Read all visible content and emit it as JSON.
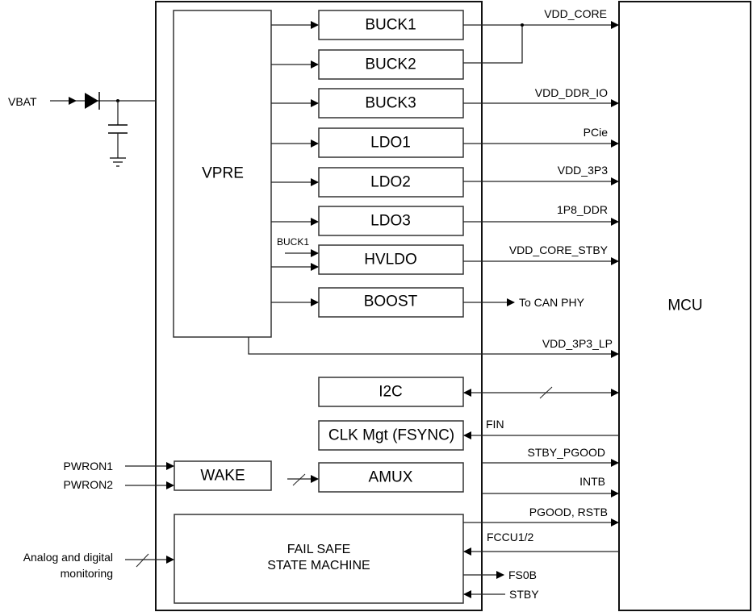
{
  "diagram": {
    "pmic_blocks": {
      "vpre": "VPRE",
      "buck1": "BUCK1",
      "buck2": "BUCK2",
      "buck3": "BUCK3",
      "ldo1": "LDO1",
      "ldo2": "LDO2",
      "ldo3": "LDO3",
      "hvldo": "HVLDO",
      "boost": "BOOST",
      "i2c": "I2C",
      "clk": "CLK Mgt (FSYNC)",
      "wake": "WAKE",
      "amux": "AMUX",
      "failsafe_line1": "FAIL SAFE",
      "failsafe_line2": "STATE MACHINE"
    },
    "mcu": "MCU",
    "inputs": {
      "vbat": "VBAT",
      "pwron1": "PWRON1",
      "pwron2": "PWRON2",
      "monitoring_line1": "Analog and digital",
      "monitoring_line2": "monitoring",
      "hvldo_buck1": "BUCK1"
    },
    "signals": {
      "vdd_core": "VDD_CORE",
      "vdd_ddr_io": "VDD_DDR_IO",
      "pcie": "PCie",
      "vdd_3p3": "VDD_3P3",
      "ddr_1p8": "1P8_DDR",
      "vdd_core_stby": "VDD_CORE_STBY",
      "can_phy": "To CAN PHY",
      "vdd_3p3_lp": "VDD_3P3_LP",
      "fin": "FIN",
      "stby_pgood": "STBY_PGOOD",
      "intb": "INTB",
      "pgood_rstb": "PGOOD, RSTB",
      "fccu": "FCCU1/2",
      "fs0b": "FS0B",
      "stby": "STBY"
    }
  }
}
